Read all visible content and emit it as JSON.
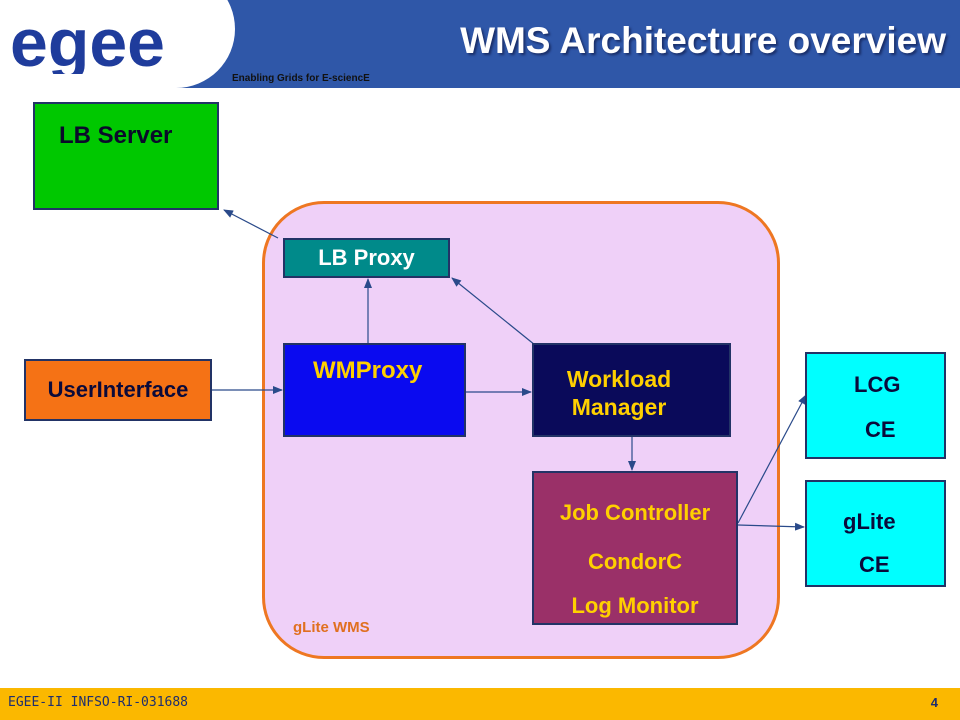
{
  "header": {
    "logo_text": "egee",
    "tagline": "Enabling Grids for E-sciencE",
    "title": "WMS Architecture overview"
  },
  "diagram": {
    "region_label": "gLite WMS",
    "nodes": {
      "lb_server": "LB Server",
      "lb_proxy": "LB Proxy",
      "user_interface": "UserInterface",
      "wmproxy": "WMProxy",
      "workload_manager": [
        "Workload",
        "Manager"
      ],
      "job_controller": [
        "Job Controller",
        "CondorC",
        "Log Monitor"
      ],
      "lcg_ce": [
        "LCG",
        "CE"
      ],
      "glite_ce": [
        "gLite",
        "CE"
      ]
    }
  },
  "footer": {
    "id": "EGEE-II INFSO-RI-031688",
    "page": "4"
  },
  "colors": {
    "header_blue": "#2f57a8",
    "footer_yellow": "#fbb800",
    "region_fill": "#efd0f8",
    "region_border": "#ee7722",
    "lb_server": "#00c800",
    "lb_proxy": "#008a8a",
    "user_interface": "#f57215",
    "wmproxy": "#0a0af0",
    "workload_manager": "#0a0a5a",
    "job_controller": "#9a3068",
    "ce": "#00ffff",
    "label_yellow": "#ffd000"
  }
}
